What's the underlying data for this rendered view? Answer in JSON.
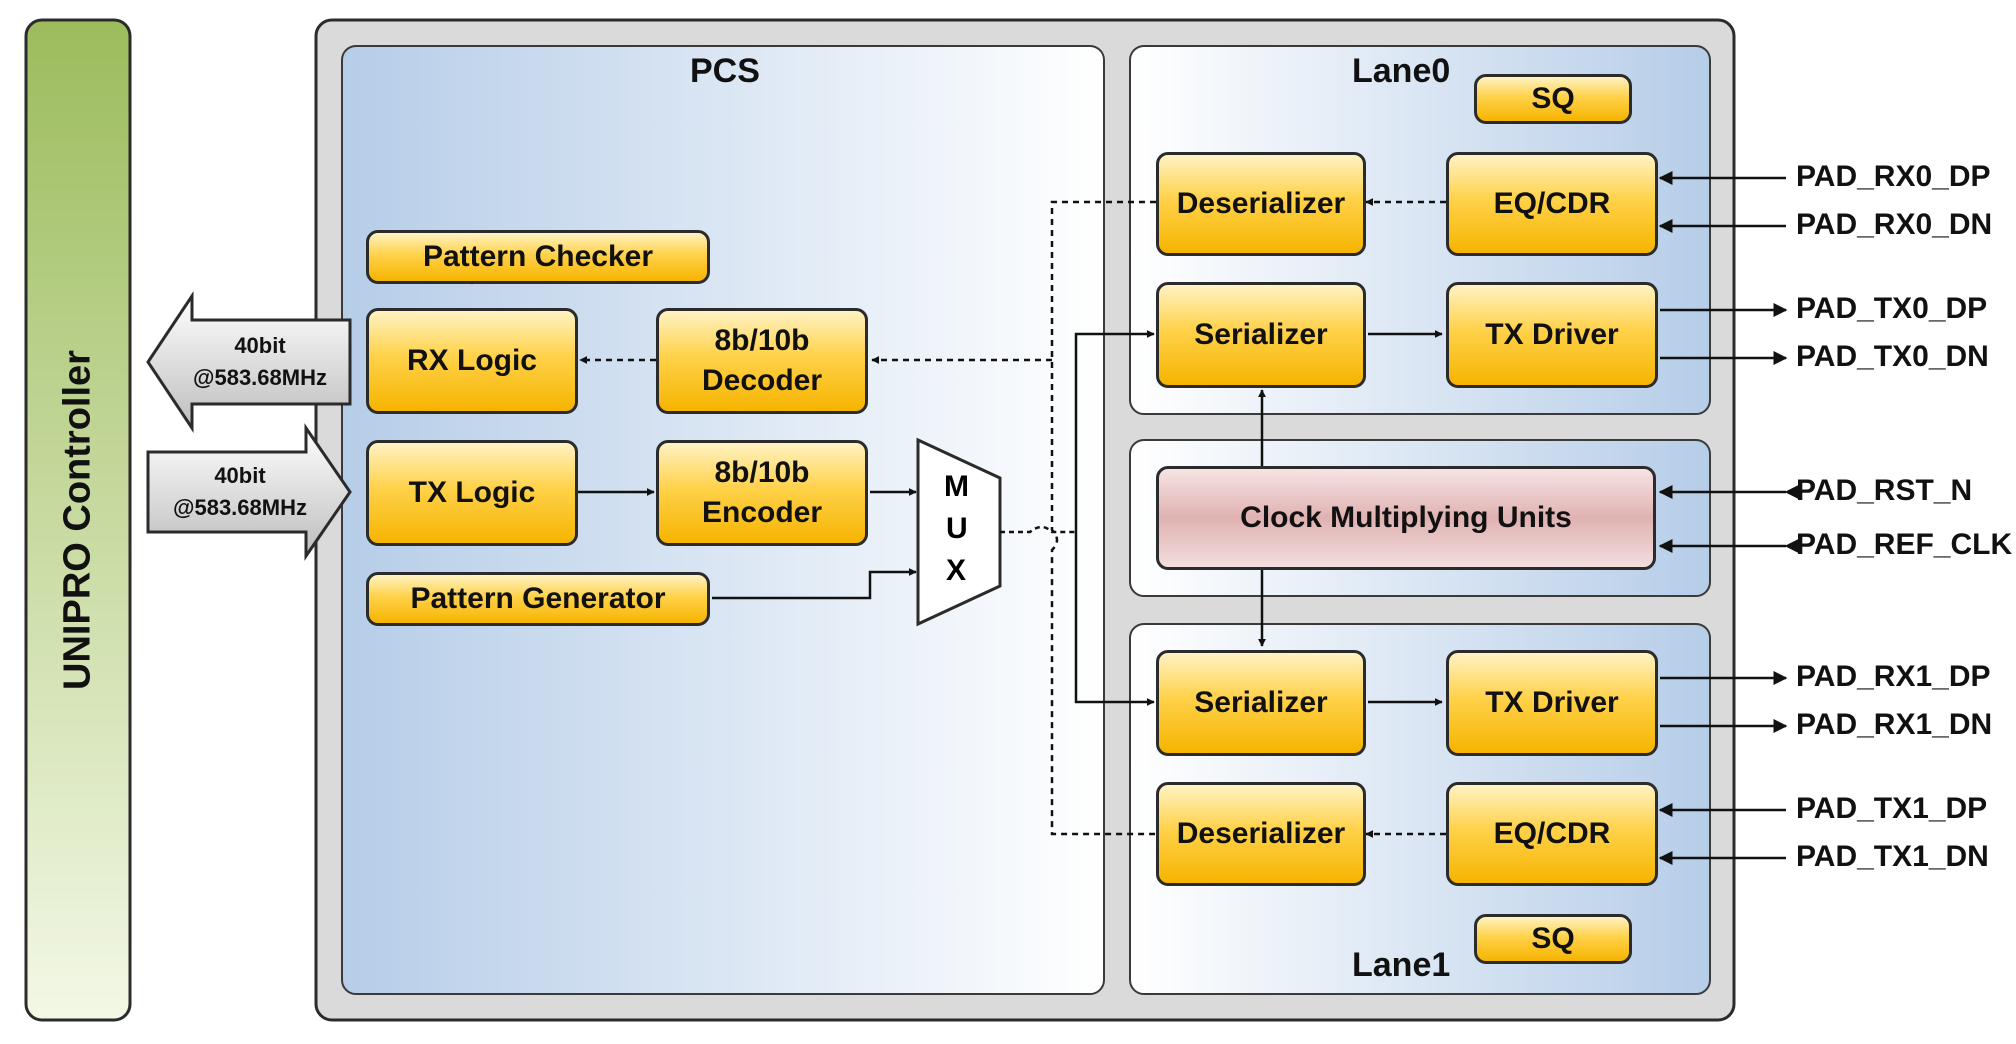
{
  "controller": {
    "label": "UNIPRO Controller"
  },
  "pcs": {
    "title": "PCS"
  },
  "lane0": {
    "title": "Lane0"
  },
  "lane1": {
    "title": "Lane1"
  },
  "interface": {
    "rx_label": "40bit\n@583.68MHz",
    "tx_label": "40bit\n@583.68MHz"
  },
  "blocks": {
    "pattern_checker": "Pattern Checker",
    "rx_logic": "RX Logic",
    "decoder": "8b/10b\nDecoder",
    "tx_logic": "TX Logic",
    "encoder": "8b/10b\nEncoder",
    "pattern_generator": "Pattern Generator",
    "mux": [
      "M",
      "U",
      "X"
    ],
    "sq0": "SQ",
    "deserializer0": "Deserializer",
    "eqcdr0": "EQ/CDR",
    "serializer0": "Serializer",
    "txdriver0": "TX Driver",
    "cmu": "Clock Multiplying Units",
    "serializer1": "Serializer",
    "txdriver1": "TX Driver",
    "deserializer1": "Deserializer",
    "eqcdr1": "EQ/CDR",
    "sq1": "SQ"
  },
  "pads": {
    "rx0_dp": "PAD_RX0_DP",
    "rx0_dn": "PAD_RX0_DN",
    "tx0_dp": "PAD_TX0_DP",
    "tx0_dn": "PAD_TX0_DN",
    "rst_n": "PAD_RST_N",
    "ref_clk": "PAD_REF_CLK",
    "rx1_dp": "PAD_RX1_DP",
    "rx1_dn": "PAD_RX1_DN",
    "tx1_dp": "PAD_TX1_DP",
    "tx1_dn": "PAD_TX1_DN"
  },
  "colors": {
    "block": "#ffcc33",
    "cmu": "#e0b2b2",
    "controller": "#c9dba0",
    "panel": "#c7d9ee",
    "outer": "#dadada"
  }
}
